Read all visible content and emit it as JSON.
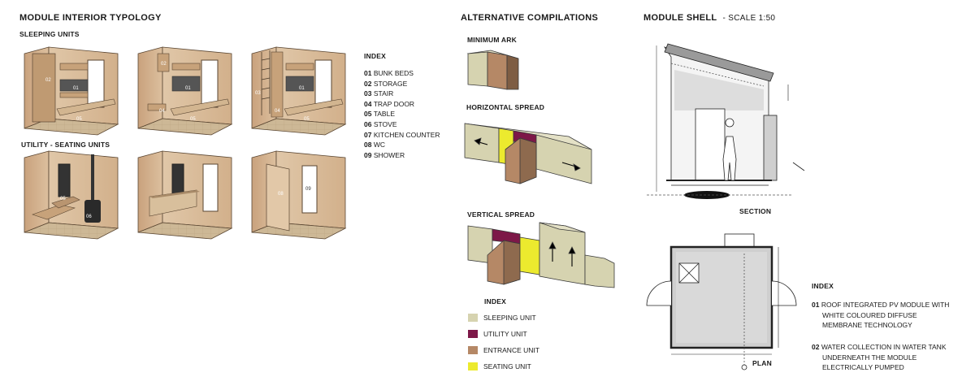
{
  "interior": {
    "title": "MODULE INTERIOR TYPOLOGY",
    "sleeping_label": "SLEEPING UNITS",
    "utility_label": "UTILITY - SEATING  UNITS",
    "index_title": "INDEX",
    "index_items": [
      {
        "num": "01",
        "label": "BUNK BEDS"
      },
      {
        "num": "02",
        "label": "STORAGE"
      },
      {
        "num": "03",
        "label": "STAIR"
      },
      {
        "num": "04",
        "label": "TRAP DOOR"
      },
      {
        "num": "05",
        "label": "TABLE"
      },
      {
        "num": "06",
        "label": "STOVE"
      },
      {
        "num": "07",
        "label": "KITCHEN COUNTER"
      },
      {
        "num": "08",
        "label": "WC"
      },
      {
        "num": "09",
        "label": "SHOWER"
      }
    ]
  },
  "compilations": {
    "title": "ALTERNATIVE COMPILATIONS",
    "minimum_label": "MINIMUM ARK",
    "horizontal_label": "HORIZONTAL SPREAD",
    "vertical_label": "VERTICAL SPREAD",
    "legend_title": "INDEX",
    "legend": [
      {
        "label": "SLEEPING UNIT",
        "color": "#d6d3b0"
      },
      {
        "label": "UTILITY UNIT",
        "color": "#7d1848"
      },
      {
        "label": "ENTRANCE UNIT",
        "color": "#b58866"
      },
      {
        "label": "SEATING UNIT",
        "color": "#ecea2e"
      }
    ]
  },
  "shell": {
    "title": "MODULE SHELL",
    "scale": "- SCALE 1:50",
    "section_label": "SECTION",
    "plan_label": "PLAN",
    "index_title": "INDEX",
    "notes": [
      {
        "num": "01",
        "lines": [
          "ROOF INTEGRATED PV MODULE WITH",
          "WHITE COLOURED DIFFUSE",
          "MEMBRANE TECHNOLOGY"
        ]
      },
      {
        "num": "02",
        "lines": [
          "WATER COLLECTION IN WATER TANK",
          "UNDERNEATH THE MODULE",
          "ELECTRICALLY PUMPED"
        ]
      }
    ]
  }
}
